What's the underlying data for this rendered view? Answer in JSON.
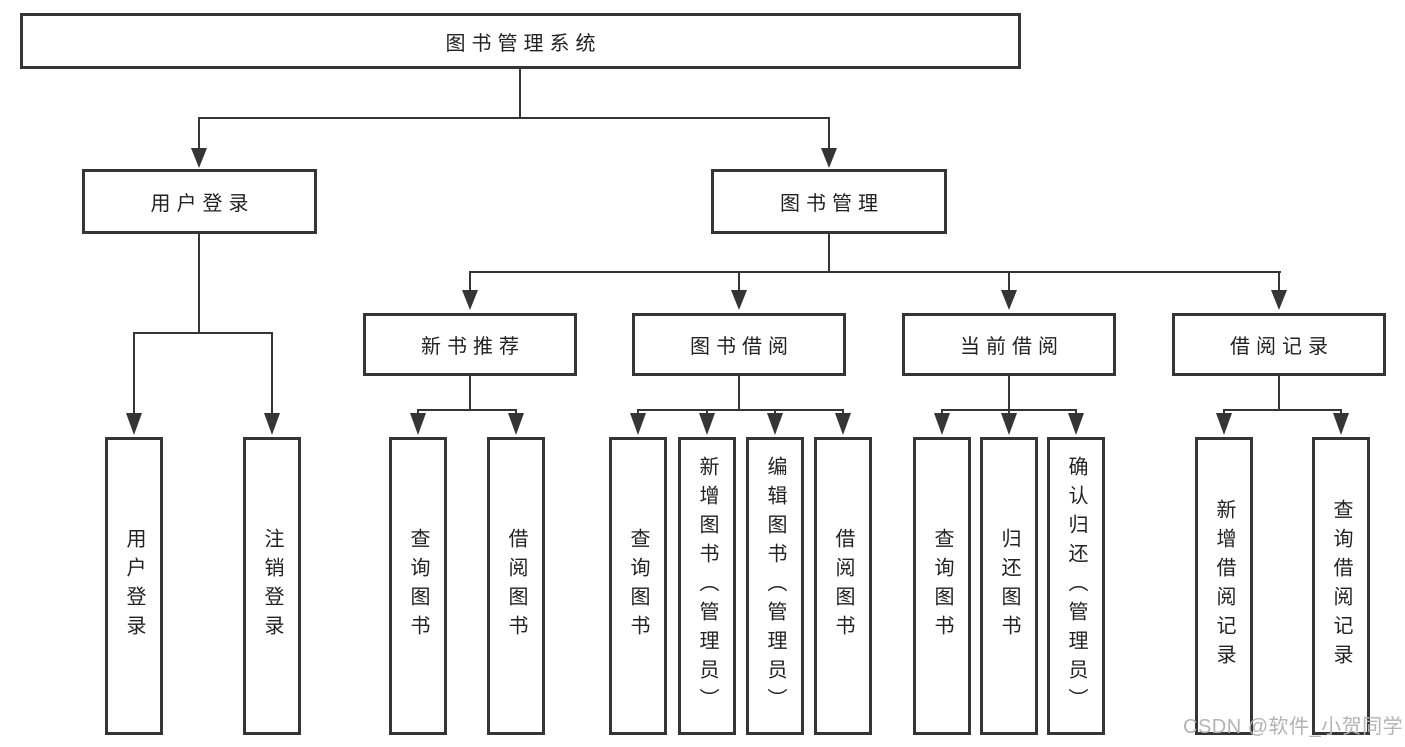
{
  "colors": {
    "line": "#353535",
    "text": "#222222",
    "watermark": "#b3b3b3",
    "background": "#ffffff"
  },
  "root": {
    "label": "图书管理系统"
  },
  "branches": [
    {
      "label": "用户登录",
      "children": [
        {
          "label": "用户登录"
        },
        {
          "label": "注销登录"
        }
      ]
    },
    {
      "label": "图书管理",
      "groups": [
        {
          "label": "新书推荐",
          "children": [
            {
              "label": "查询图书"
            },
            {
              "label": "借阅图书"
            }
          ]
        },
        {
          "label": "图书借阅",
          "children": [
            {
              "label": "查询图书"
            },
            {
              "label": "新增图书（管理员）"
            },
            {
              "label": "编辑图书（管理员）"
            },
            {
              "label": "借阅图书"
            }
          ]
        },
        {
          "label": "当前借阅",
          "children": [
            {
              "label": "查询图书"
            },
            {
              "label": "归还图书"
            },
            {
              "label": "确认归还（管理员）"
            }
          ]
        },
        {
          "label": "借阅记录",
          "children": [
            {
              "label": "新增借阅记录"
            },
            {
              "label": "查询借阅记录"
            }
          ]
        }
      ]
    }
  ],
  "watermark": {
    "text": "CSDN @软件_小贺同学"
  }
}
